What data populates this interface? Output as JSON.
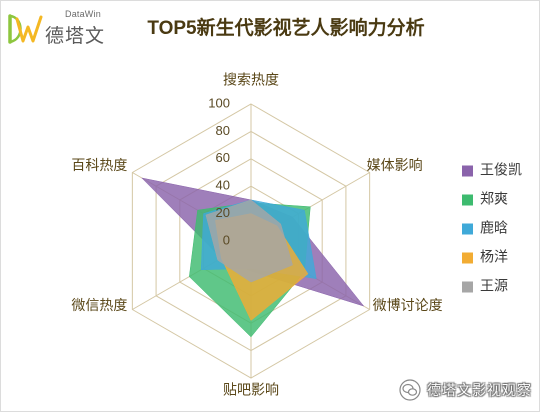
{
  "header": {
    "logo_small": "DataWin",
    "logo_name": "德塔文",
    "logo_icon": "datawin-logo-icon"
  },
  "chart_data": {
    "type": "radar",
    "title": "TOP5新生代影视艺人影响力分析",
    "axes": [
      "搜索热度",
      "媒体影响",
      "微博讨论度",
      "贴吧影响",
      "微信热度",
      "百科热度"
    ],
    "radial_range": [
      0,
      100
    ],
    "radial_ticks": [
      "0",
      "20",
      "40",
      "60",
      "80",
      "100"
    ],
    "grid": true,
    "legend_position": "right",
    "series": [
      {
        "name": "王俊凯",
        "color": "#8a63ab",
        "values": [
          30,
          35,
          95,
          22,
          25,
          92
        ]
      },
      {
        "name": "郑爽",
        "color": "#3dbb6f",
        "values": [
          28,
          50,
          45,
          70,
          52,
          45
        ]
      },
      {
        "name": "鹿晗",
        "color": "#3fa9d8",
        "values": [
          30,
          45,
          55,
          20,
          42,
          40
        ]
      },
      {
        "name": "杨洋",
        "color": "#f2ac33",
        "values": [
          20,
          22,
          48,
          58,
          25,
          30
        ]
      },
      {
        "name": "王源",
        "color": "#a6a6a6",
        "values": [
          30,
          25,
          35,
          30,
          28,
          38
        ]
      }
    ]
  },
  "watermark": {
    "text": "德塔文影视观察",
    "icon": "wechat-icon"
  }
}
